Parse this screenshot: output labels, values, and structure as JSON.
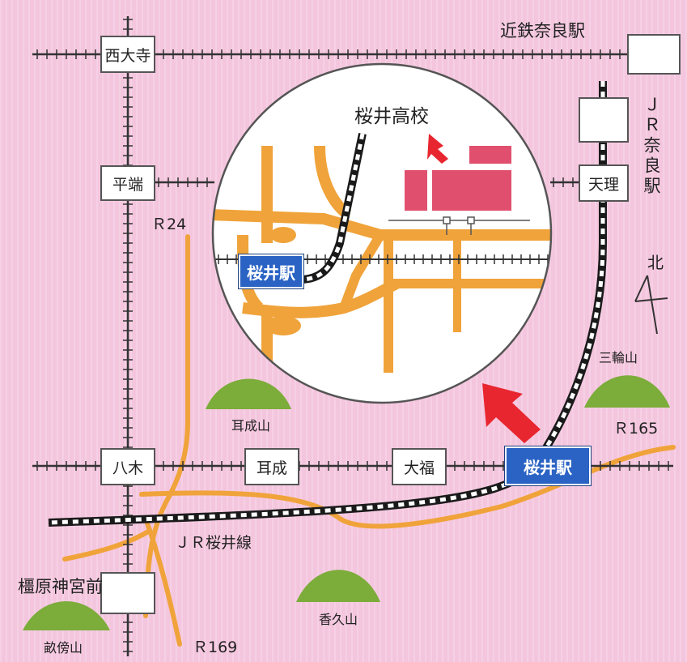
{
  "colors": {
    "background": "#f4c6de",
    "road": "#f0a33a",
    "rail": "#1a1a1a",
    "school": "#e0506e",
    "station_blue": "#2a63c4",
    "arrow": "#e8262f",
    "mountain": "#7cac3a"
  },
  "stations": {
    "saidaiji": "西大寺",
    "kintetsu_nara": "近鉄奈良駅",
    "heian": "平端",
    "tenri": "天理",
    "jr_nara": "ＪＲ奈良駅",
    "yagi": "八木",
    "miminashi": "耳成",
    "ofuku": "大福",
    "sakurai_main": "桜井駅",
    "sakurai_inset": "桜井駅",
    "kashiharajingumae": "橿原神宮前"
  },
  "lines": {
    "jr_sakurai": "ＪＲ桜井線"
  },
  "roads": {
    "r24": "Ｒ24",
    "r165": "Ｒ165",
    "r169": "Ｒ169"
  },
  "mountains": {
    "miminashi": "耳成山",
    "kagu": "香久山",
    "unebi": "畝傍山",
    "miwa": "三輪山"
  },
  "school": {
    "name": "桜井高校"
  },
  "compass": {
    "north": "北"
  }
}
